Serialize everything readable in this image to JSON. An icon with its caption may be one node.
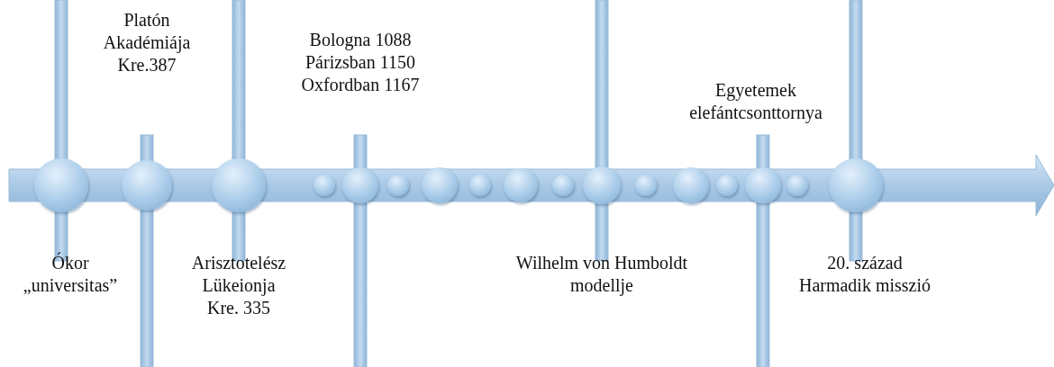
{
  "diagram": {
    "nodes": [
      {
        "text": [],
        "shape": "circle",
        "beside": [
          "Ókor",
          "„universitas”"
        ]
      },
      {
        "text": [],
        "shape": "circle",
        "beside": [
          "Platón Akadémiája",
          "Kre.387"
        ]
      },
      {
        "text": [],
        "shape": "circle",
        "beside": [
          "Arisztotelész Lükeionja",
          "Kre. 335"
        ]
      },
      {
        "text": [],
        "shape": "circle"
      },
      {
        "text": [],
        "shape": "circle",
        "beside": [
          "Bologna 1088",
          "Párizsban 1150",
          "Oxfordban 1167"
        ]
      },
      {
        "text": [],
        "shape": "circle"
      },
      {
        "text": [],
        "shape": "circle"
      },
      {
        "text": [],
        "shape": "circle"
      },
      {
        "text": [],
        "shape": "circle"
      },
      {
        "text": [],
        "shape": "circle"
      },
      {
        "text": [],
        "shape": "circle",
        "beside": [
          "Wilhelm von Humboldt modellje"
        ]
      },
      {
        "text": [],
        "shape": "circle"
      },
      {
        "text": [],
        "shape": "circle"
      },
      {
        "text": [],
        "shape": "circle"
      },
      {
        "text": [],
        "shape": "circle",
        "beside": [
          "Egyetemek elefántcsonttornya"
        ]
      },
      {
        "text": [],
        "shape": "circle"
      },
      {
        "text": [],
        "shape": "circle",
        "beside": [
          "20. század",
          "Harmadik misszió"
        ]
      }
    ],
    "edges": []
  }
}
